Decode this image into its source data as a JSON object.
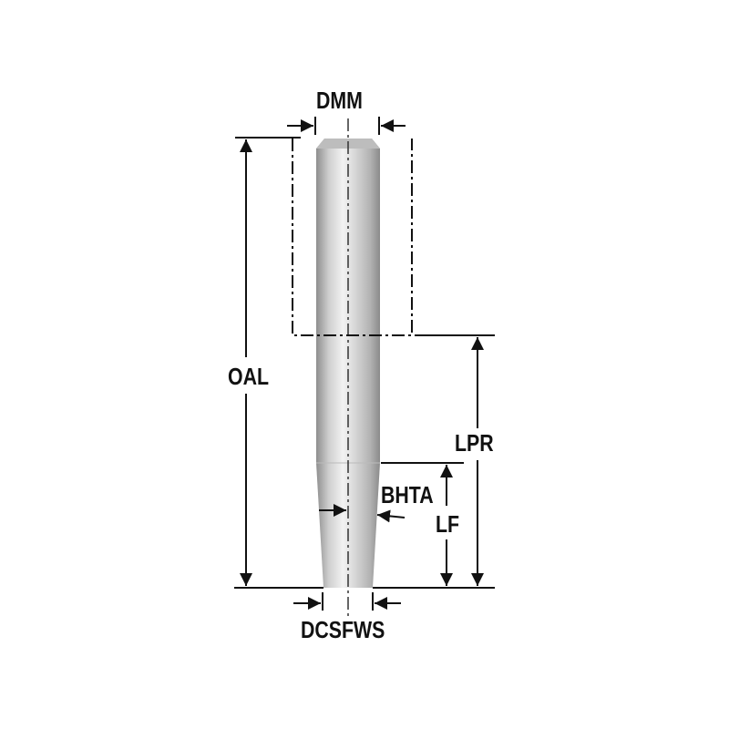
{
  "diagram": {
    "subject": "tapered shank tool",
    "labels": {
      "dmm": "DMM",
      "oal": "OAL",
      "lpr": "LPR",
      "bhta": "BHTA",
      "lf": "LF",
      "dcsfws": "DCSFWS"
    },
    "colors": {
      "line": "#111111",
      "body_light": "#e4e4e4",
      "body_dark": "#9a9a9a"
    }
  }
}
